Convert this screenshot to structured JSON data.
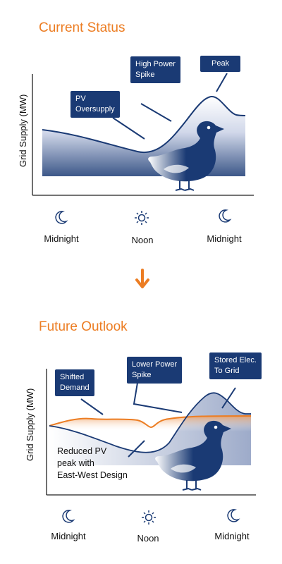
{
  "colors": {
    "navy": "#1a3a74",
    "orange": "#ec7d23",
    "gradient_light": "#e9ecf5",
    "text": "#111111"
  },
  "current": {
    "title": "Current Status",
    "ylabel": "Grid Supply (MW)",
    "callouts": {
      "pv": [
        "PV",
        "Oversupply"
      ],
      "spike": [
        "High Power",
        "Spike"
      ],
      "peak": [
        "Peak"
      ]
    },
    "time_labels": [
      "Midnight",
      "Noon",
      "Midnight"
    ],
    "icons": [
      "moon-icon",
      "sun-icon",
      "moon-icon"
    ]
  },
  "arrow_icon": "down-arrow-icon",
  "future": {
    "title": "Future Outlook",
    "ylabel": "Grid Supply (MW)",
    "callouts": {
      "shifted": [
        "Shifted",
        "Demand"
      ],
      "lower": [
        "Lower Power",
        "Spike"
      ],
      "stored": [
        "Stored Elec.",
        "To Grid"
      ]
    },
    "note": [
      "Reduced PV",
      "peak with",
      "East-West Design"
    ],
    "time_labels": [
      "Midnight",
      "Noon",
      "Midnight"
    ],
    "icons": [
      "moon-icon",
      "sun-icon",
      "moon-icon"
    ]
  }
}
